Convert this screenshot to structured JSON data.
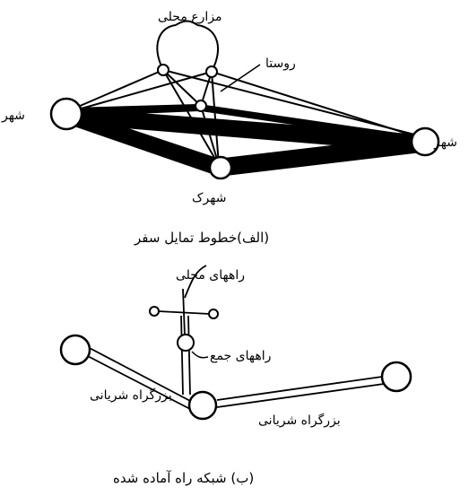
{
  "diagram_a": {
    "labels": {
      "local_farms": "مزارع محلی",
      "village": "روستا",
      "city_left": "شهر",
      "city_right": "شهر",
      "town": "شهرک"
    },
    "caption": "(الف)خطوط تمایل سفر"
  },
  "diagram_b": {
    "labels": {
      "local_roads": "راههای محلی",
      "collector_roads": "راههای جمع",
      "arterial_left": "بزرگراه شریانی",
      "arterial_right": "بزرگراه شریانی"
    },
    "caption": "(ب) شبکه راه آماده شده"
  },
  "colors": {
    "ink": "#000000",
    "paper": "#ffffff"
  }
}
